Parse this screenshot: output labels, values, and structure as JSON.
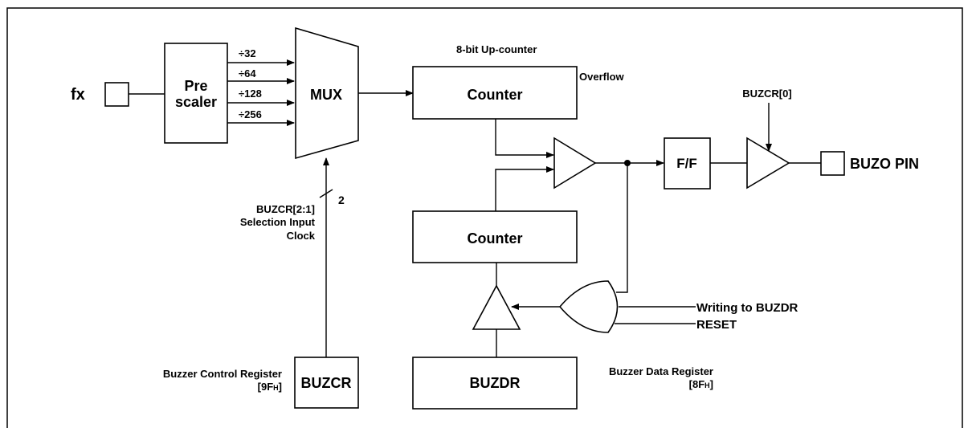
{
  "input": {
    "label": "fx"
  },
  "prescaler": {
    "line1": "Pre",
    "line2": "scaler"
  },
  "dividers": [
    "÷32",
    "÷64",
    "÷128",
    "÷256"
  ],
  "mux": {
    "label": "MUX"
  },
  "select_bus": {
    "width": "2",
    "line1": "BUZCR[2:1]",
    "line2": "Selection Input",
    "line3": "Clock"
  },
  "upcounter": {
    "title": "8-bit Up-counter",
    "label": "Counter",
    "overflow": "Overflow"
  },
  "counter2": {
    "label": "Counter"
  },
  "ff": {
    "label": "F/F"
  },
  "enable": {
    "label": "BUZCR[0]"
  },
  "output": {
    "label": "BUZO PIN"
  },
  "or_inputs": {
    "write": "Writing to BUZDR",
    "reset": "RESET"
  },
  "buzcr": {
    "label": "BUZCR",
    "desc_line1": "Buzzer Control Register",
    "desc_line2_main": "[9F",
    "desc_line2_sub": "H",
    "desc_line2_end": "]"
  },
  "buzdr": {
    "label": "BUZDR",
    "desc_line1": "Buzzer Data Register",
    "desc_line2_main": "[8F",
    "desc_line2_sub": "H",
    "desc_line2_end": "]"
  },
  "colors": {
    "stroke": "#000000",
    "background": "#ffffff"
  }
}
